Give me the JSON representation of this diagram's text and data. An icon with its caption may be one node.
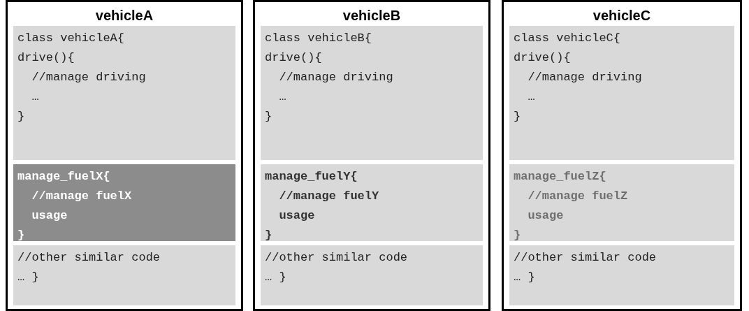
{
  "diagram": {
    "nodes": [
      {
        "text": [
          "vehicleA"
        ]
      },
      {
        "text": [
          "class vehicleA{",
          "drive(){",
          "//manage driving",
          "…",
          "}"
        ],
        "in": 0
      },
      {
        "text": [
          "manage_fuelX{",
          "//manage fuelX usage",
          "}"
        ],
        "in": 0
      },
      {
        "text": [
          "//other similar code",
          "… }"
        ],
        "in": 0
      },
      {
        "text": [
          "vehicleB"
        ]
      },
      {
        "text": [
          "class vehicleB{",
          "drive(){",
          "//manage driving",
          "…",
          "}"
        ],
        "in": 4
      },
      {
        "text": [
          "manage_fuelY{",
          "//manage fuelY usage",
          "}"
        ],
        "in": 4
      },
      {
        "text": [
          "//other similar code",
          "… }"
        ],
        "in": 4
      },
      {
        "text": [
          "vehicleC"
        ]
      },
      {
        "text": [
          "class vehicleC{",
          "drive(){",
          "//manage driving",
          "…",
          "}"
        ],
        "in": 8
      },
      {
        "text": [
          "manage_fuelZ{",
          "//manage fuelZ usage",
          "}"
        ],
        "in": 8
      },
      {
        "text": [
          "//other similar code",
          "… }"
        ],
        "in": 8
      }
    ],
    "edges": []
  }
}
